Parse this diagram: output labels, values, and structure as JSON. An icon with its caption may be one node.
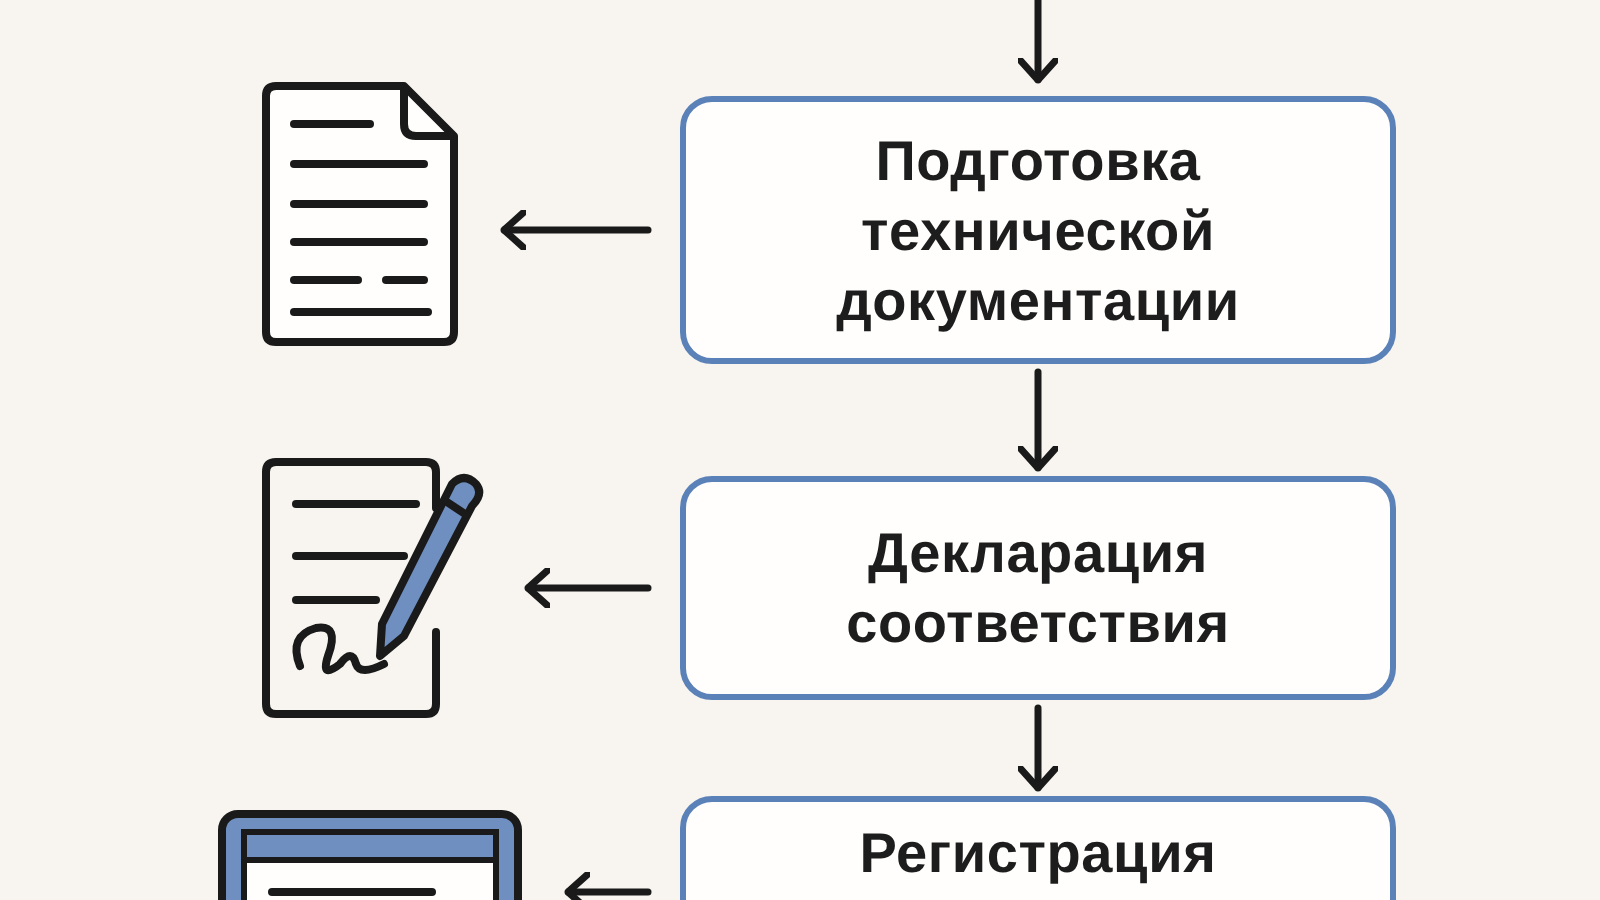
{
  "diagram": {
    "nodes": [
      {
        "text": [
          "Подготовка технической документации"
        ]
      },
      {
        "text": [],
        "shape": "picture"
      },
      {
        "text": [
          "Декларация соответствия"
        ]
      },
      {
        "text": [],
        "shape": "picture"
      },
      {
        "text": [
          "Регистрация"
        ]
      },
      {
        "text": [],
        "shape": "picture"
      }
    ],
    "edges": [
      {
        "from": null,
        "to": 0,
        "arrow": "to"
      },
      {
        "from": 0,
        "to": 1,
        "arrow": "to"
      },
      {
        "from": 0,
        "to": 2,
        "arrow": "to"
      },
      {
        "from": 2,
        "to": 3,
        "arrow": "to"
      },
      {
        "from": 2,
        "to": 4,
        "arrow": "to"
      },
      {
        "from": 4,
        "to": 5,
        "arrow": "to"
      }
    ]
  }
}
